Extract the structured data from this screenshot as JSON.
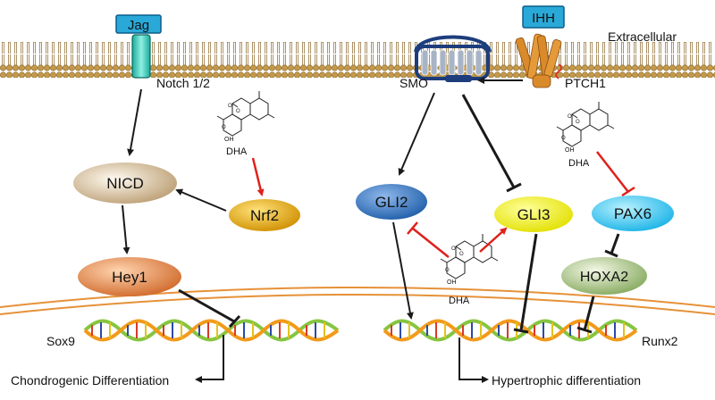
{
  "labels": {
    "extracellular": "Extracellular",
    "notch": "Notch 1/2",
    "smo": "SMO",
    "ptch1": "PTCH1",
    "sox9": "Sox9",
    "runx2": "Runx2",
    "chondrogenic": "Chondrogenic Differentiation",
    "hypertrophic": "Hypertrophic differentiation"
  },
  "ligands": {
    "jag": "Jag",
    "ihh": "IHH"
  },
  "nodes": {
    "nicd": "NICD",
    "nrf2": "Nrf2",
    "hey1": "Hey1",
    "gli2": "GLI2",
    "gli3": "GLI3",
    "pax6": "PAX6",
    "hoxa2": "HOXA2"
  },
  "drug": {
    "name": "DHA",
    "oh": "OH"
  },
  "colors": {
    "activation_arrow": "#1a1a1a",
    "dha_arrow": "#e0201b",
    "membrane_head": "#b58a3c",
    "ligand_box": "#2aa9d8",
    "nuclear_envelope": "#e69138"
  }
}
